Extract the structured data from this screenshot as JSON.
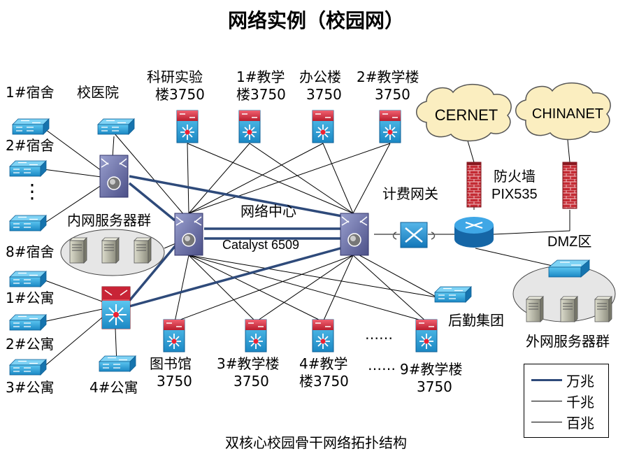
{
  "title": "网络实例（校园网）",
  "caption": "双核心校园骨干网络拓扑结构",
  "labels": {
    "dorm1": "1#宿舍",
    "dorm2": "2#宿舍",
    "dots_v": "⋮",
    "dorm8": "8#宿舍",
    "hospital": "校医院",
    "research_1": "科研实验",
    "research_2": "楼3750",
    "teach1_1": "1#教学",
    "teach1_2": "楼3750",
    "office_1": "办公楼",
    "office_2": "3750",
    "teach2_1": "2#教学楼",
    "teach2_2": "3750",
    "cernet": "CERNET",
    "chinanet": "CHINANET",
    "firewall_1": "防火墙",
    "firewall_2": "PIX535",
    "billing": "计费网关",
    "center": "网络中心",
    "catalyst": "Catalyst 6509",
    "intranet_servers": "内网服务器群",
    "dmz": "DMZ区",
    "extranet_servers": "外网服务器群",
    "logistics": "后勤集团",
    "apt1": "1#公寓",
    "apt2": "2#公寓",
    "apt3": "3#公寓",
    "apt4": "4#公寓",
    "library_1": "图书馆",
    "library_2": "3750",
    "teach3_1": "3#教学楼",
    "teach3_2": "3750",
    "teach4_1": "4#教学",
    "teach4_2": "楼3750",
    "teach9_1": "9#教学楼",
    "teach9_2": "3750",
    "dots_h1": "……",
    "dots_h2": "……"
  },
  "legend": [
    {
      "label": "万兆",
      "color": "#2e4a7a"
    },
    {
      "label": "千兆",
      "color": "#000000"
    },
    {
      "label": "百兆",
      "color": "#000000"
    }
  ],
  "colors": {
    "backbone": "#2e4a7a",
    "switch_blue": "#29a3dc",
    "core_purple": "#6f73a8",
    "access_red": "#d6283a",
    "router_blue": "#1f7fc4",
    "firewall_red": "#b3232e",
    "cloud_fill": "#fbeec0"
  }
}
